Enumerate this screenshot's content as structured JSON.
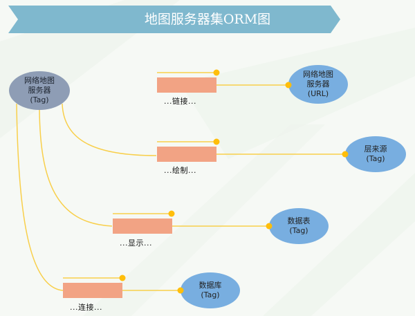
{
  "title": "地图服务器集ORM图",
  "colors": {
    "banner": "#7fb8ce",
    "root_node": "#8e9db5",
    "target_node": "#78aee0",
    "relation_box": "#f2a384",
    "connector": "#f8cf4a",
    "dot": "#ffbe0b",
    "background": "#f6f9f5"
  },
  "root": {
    "lines": [
      "网络地图",
      "服务器",
      "(Tag)"
    ]
  },
  "relations": [
    {
      "label": "...链接...",
      "target": {
        "lines": [
          "网络地图",
          "服务器",
          "(URL)"
        ]
      }
    },
    {
      "label": "...绘制...",
      "target": {
        "lines": [
          "层来源",
          "(Tag)"
        ]
      }
    },
    {
      "label": "...显示...",
      "target": {
        "lines": [
          "数据表",
          "(Tag)"
        ]
      }
    },
    {
      "label": "...连接...",
      "target": {
        "lines": [
          "数据库",
          "(Tag)"
        ]
      }
    }
  ]
}
